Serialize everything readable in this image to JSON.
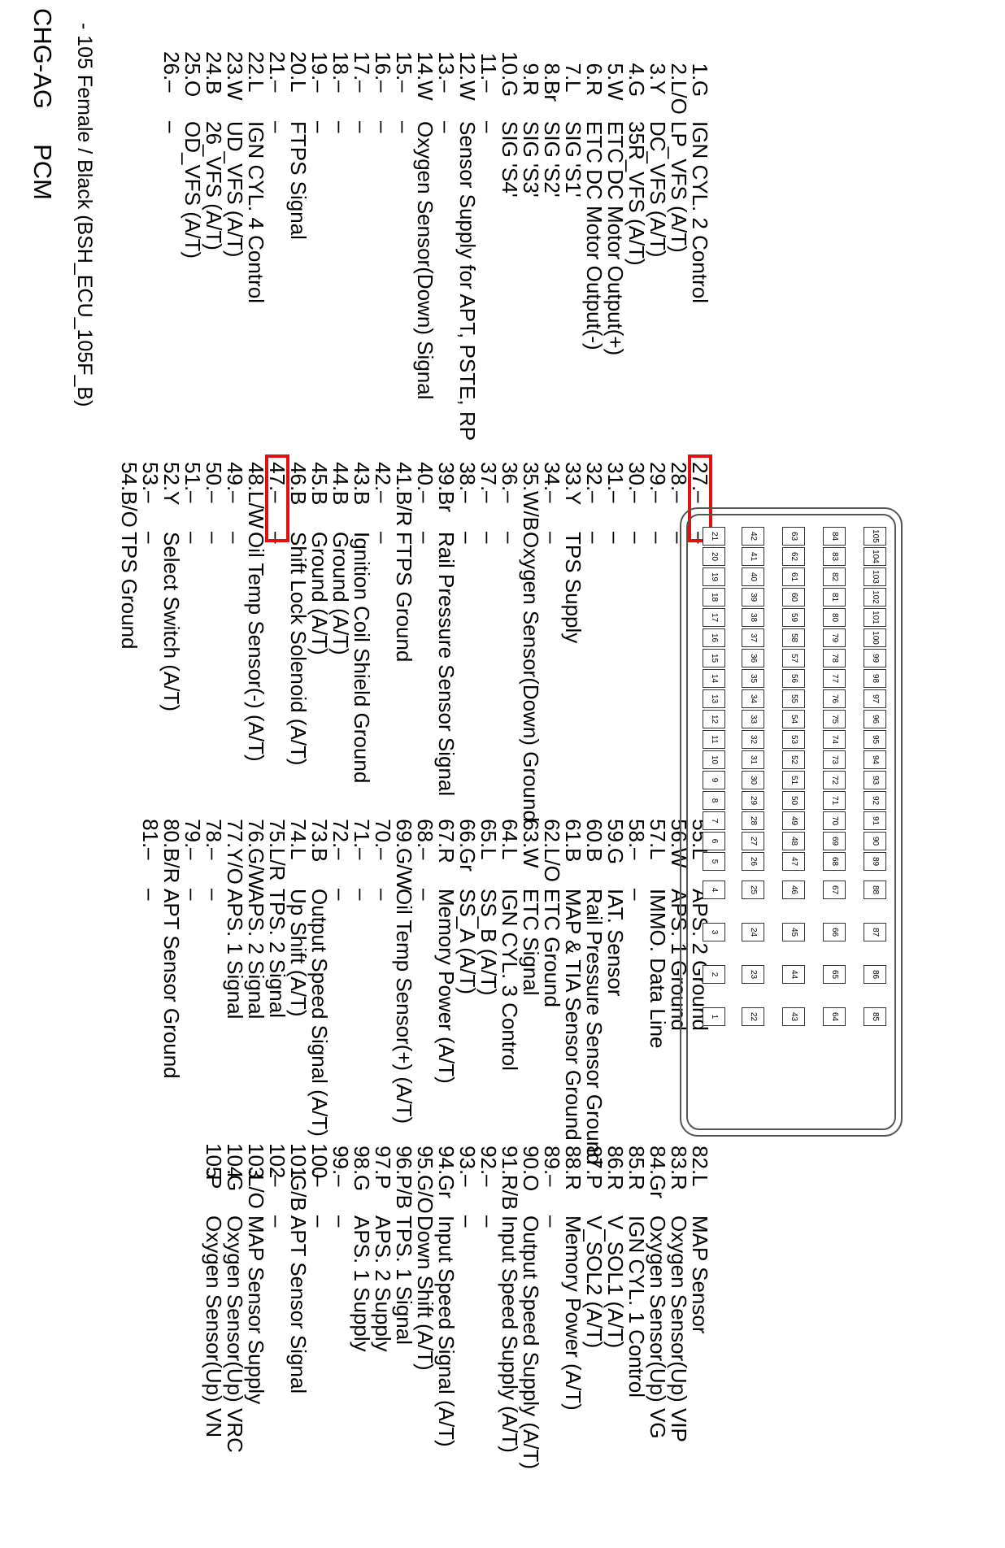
{
  "header": {
    "title": "CHG-AG     PCM",
    "subtitle": "- 105 Female / Black (BSH_ECU_105F_B)"
  },
  "pins": [
    {
      "pin": "1",
      "wire": "G",
      "name": "IGN CYL. 2 Control"
    },
    {
      "pin": "2",
      "wire": "L/O",
      "name": "LP_VFS (A/T)"
    },
    {
      "pin": "3",
      "wire": "Y",
      "name": "DC_VFS (A/T)"
    },
    {
      "pin": "4",
      "wire": "G",
      "name": "35R_VFS (A/T)"
    },
    {
      "pin": "5",
      "wire": "W",
      "name": "ETC DC Motor Output(+)"
    },
    {
      "pin": "6",
      "wire": "R",
      "name": "ETC DC Motor Output(-)"
    },
    {
      "pin": "7",
      "wire": "L",
      "name": "SIG 'S1'"
    },
    {
      "pin": "8",
      "wire": "Br",
      "name": "SIG 'S2'"
    },
    {
      "pin": "9",
      "wire": "R",
      "name": "SIG 'S3'"
    },
    {
      "pin": "10",
      "wire": "G",
      "name": "SIG 'S4'"
    },
    {
      "pin": "11",
      "wire": "–",
      "name": "–"
    },
    {
      "pin": "12",
      "wire": "W",
      "name": "Sensor Supply for APT, PSTE, RP"
    },
    {
      "pin": "13",
      "wire": "–",
      "name": "–"
    },
    {
      "pin": "14",
      "wire": "W",
      "name": "Oxygen Sensor(Down) Signal"
    },
    {
      "pin": "15",
      "wire": "–",
      "name": "–"
    },
    {
      "pin": "16",
      "wire": "–",
      "name": "–"
    },
    {
      "pin": "17",
      "wire": "–",
      "name": "–"
    },
    {
      "pin": "18",
      "wire": "–",
      "name": "–"
    },
    {
      "pin": "19",
      "wire": "–",
      "name": "–"
    },
    {
      "pin": "20",
      "wire": "L",
      "name": "FTPS Signal"
    },
    {
      "pin": "21",
      "wire": "–",
      "name": "–"
    },
    {
      "pin": "22",
      "wire": "L",
      "name": "IGN CYL. 4 Control"
    },
    {
      "pin": "23",
      "wire": "W",
      "name": "UD_VFS (A/T)"
    },
    {
      "pin": "24",
      "wire": "B",
      "name": "26_VFS (A/T)"
    },
    {
      "pin": "25",
      "wire": "O",
      "name": "OD_VFS (A/T)"
    },
    {
      "pin": "26",
      "wire": "–",
      "name": "–"
    },
    {
      "pin": "27",
      "wire": "–",
      "name": "–"
    },
    {
      "pin": "28",
      "wire": "–",
      "name": "–"
    },
    {
      "pin": "29",
      "wire": "–",
      "name": "–"
    },
    {
      "pin": "30",
      "wire": "–",
      "name": "–"
    },
    {
      "pin": "31",
      "wire": "–",
      "name": "–"
    },
    {
      "pin": "32",
      "wire": "–",
      "name": "–"
    },
    {
      "pin": "33",
      "wire": "Y",
      "name": "TPS Supply"
    },
    {
      "pin": "34",
      "wire": "–",
      "name": "–"
    },
    {
      "pin": "35",
      "wire": "W/B",
      "name": "Oxygen Sensor(Down) Ground"
    },
    {
      "pin": "36",
      "wire": "–",
      "name": "–"
    },
    {
      "pin": "37",
      "wire": "–",
      "name": "–"
    },
    {
      "pin": "38",
      "wire": "–",
      "name": "–"
    },
    {
      "pin": "39",
      "wire": "Br",
      "name": "Rail Pressure Sensor Signal"
    },
    {
      "pin": "40",
      "wire": "–",
      "name": "–"
    },
    {
      "pin": "41",
      "wire": "B/R",
      "name": "FTPS Ground"
    },
    {
      "pin": "42",
      "wire": "–",
      "name": "–"
    },
    {
      "pin": "43",
      "wire": "B",
      "name": "Ignition Coil Shield Ground"
    },
    {
      "pin": "44",
      "wire": "B",
      "name": "Ground (A/T)"
    },
    {
      "pin": "45",
      "wire": "B",
      "name": "Ground (A/T)"
    },
    {
      "pin": "46",
      "wire": "B",
      "name": "Shift Lock Solenoid (A/T)"
    },
    {
      "pin": "47",
      "wire": "–",
      "name": "–"
    },
    {
      "pin": "48",
      "wire": "L/W",
      "name": "Oil Temp Sensor(-) (A/T)"
    },
    {
      "pin": "49",
      "wire": "–",
      "name": "–"
    },
    {
      "pin": "50",
      "wire": "–",
      "name": "–"
    },
    {
      "pin": "51",
      "wire": "–",
      "name": "–"
    },
    {
      "pin": "52",
      "wire": "Y",
      "name": "Select Switch (A/T)"
    },
    {
      "pin": "53",
      "wire": "–",
      "name": "–"
    },
    {
      "pin": "54",
      "wire": "B/O",
      "name": "TPS Ground"
    },
    {
      "pin": "55",
      "wire": "L",
      "name": "APS. 2 Ground"
    },
    {
      "pin": "56",
      "wire": "W",
      "name": "APS. 1 Ground"
    },
    {
      "pin": "57",
      "wire": "L",
      "name": "IMMO. Data Line"
    },
    {
      "pin": "58",
      "wire": "–",
      "name": "–"
    },
    {
      "pin": "59",
      "wire": "G",
      "name": "IAT. Sensor"
    },
    {
      "pin": "60",
      "wire": "B",
      "name": "Rail Pressure Sensor Ground"
    },
    {
      "pin": "61",
      "wire": "B",
      "name": "MAP & TIA Sensor Ground"
    },
    {
      "pin": "62",
      "wire": "L/O",
      "name": "ETC Ground"
    },
    {
      "pin": "63",
      "wire": "W",
      "name": "ETC Signal"
    },
    {
      "pin": "64",
      "wire": "L",
      "name": "IGN CYL. 3 Control"
    },
    {
      "pin": "65",
      "wire": "L",
      "name": "SS_B (A/T)"
    },
    {
      "pin": "66",
      "wire": "Gr",
      "name": "SS_A (A/T)"
    },
    {
      "pin": "67",
      "wire": "R",
      "name": "Memory Power (A/T)"
    },
    {
      "pin": "68",
      "wire": "–",
      "name": "–"
    },
    {
      "pin": "69",
      "wire": "G/W",
      "name": "Oil Temp Sensor(+) (A/T)"
    },
    {
      "pin": "70",
      "wire": "–",
      "name": "–"
    },
    {
      "pin": "71",
      "wire": "–",
      "name": "–"
    },
    {
      "pin": "72",
      "wire": "–",
      "name": "–"
    },
    {
      "pin": "73",
      "wire": "B",
      "name": "Output Speed Signal (A/T)"
    },
    {
      "pin": "74",
      "wire": "L",
      "name": "Up Shift (A/T)"
    },
    {
      "pin": "75",
      "wire": "L/R",
      "name": "TPS. 2 Signal"
    },
    {
      "pin": "76",
      "wire": "G/W",
      "name": "APS. 2 Signal"
    },
    {
      "pin": "77",
      "wire": "Y/O",
      "name": "APS. 1 Signal"
    },
    {
      "pin": "78",
      "wire": "–",
      "name": "–"
    },
    {
      "pin": "79",
      "wire": "–",
      "name": "–"
    },
    {
      "pin": "80",
      "wire": "B/R",
      "name": "APT Sensor Ground"
    },
    {
      "pin": "81",
      "wire": "–",
      "name": "–"
    },
    {
      "pin": "82",
      "wire": "L",
      "name": "MAP Sensor"
    },
    {
      "pin": "83",
      "wire": "R",
      "name": "Oxygen Sensor(Up) VIP"
    },
    {
      "pin": "84",
      "wire": "Gr",
      "name": "Oxygen Sensor(Up) VG"
    },
    {
      "pin": "85",
      "wire": "R",
      "name": "IGN CYL. 1 Control"
    },
    {
      "pin": "86",
      "wire": "R",
      "name": "V_SOL1 (A/T)"
    },
    {
      "pin": "87",
      "wire": "P",
      "name": "V_SOL2 (A/T)"
    },
    {
      "pin": "88",
      "wire": "R",
      "name": "Memory Power (A/T)"
    },
    {
      "pin": "89",
      "wire": "–",
      "name": "–"
    },
    {
      "pin": "90",
      "wire": "O",
      "name": "Output Speed Supply (A/T)"
    },
    {
      "pin": "91",
      "wire": "R/B",
      "name": "Input Speed Supply (A/T)"
    },
    {
      "pin": "92",
      "wire": "–",
      "name": "–"
    },
    {
      "pin": "93",
      "wire": "–",
      "name": "–"
    },
    {
      "pin": "94",
      "wire": "Gr",
      "name": "Input Speed Signal (A/T)"
    },
    {
      "pin": "95",
      "wire": "G/O",
      "name": "Down Shift (A/T)"
    },
    {
      "pin": "96",
      "wire": "P/B",
      "name": "TPS. 1 Signal"
    },
    {
      "pin": "97",
      "wire": "P",
      "name": "APS. 2 Supply"
    },
    {
      "pin": "98",
      "wire": "G",
      "name": "APS. 1 Supply"
    },
    {
      "pin": "99",
      "wire": "–",
      "name": "–"
    },
    {
      "pin": "100",
      "wire": "–",
      "name": "–"
    },
    {
      "pin": "101",
      "wire": "G/B",
      "name": "APT Sensor Signal"
    },
    {
      "pin": "102",
      "wire": "–",
      "name": "–"
    },
    {
      "pin": "103",
      "wire": "L/O",
      "name": "MAP Sensor Supply"
    },
    {
      "pin": "104",
      "wire": "G",
      "name": "Oxygen Sensor(Up) VRC"
    },
    {
      "pin": "105",
      "wire": "P",
      "name": "Oxygen Sensor(Up) VN"
    }
  ],
  "connector": {
    "rows": [
      [
        "105",
        "104",
        "103",
        "102",
        "101",
        "100",
        "99",
        "98",
        "97",
        "96",
        "95",
        "94",
        "93",
        "92",
        "91",
        "90",
        "89",
        "88",
        "87",
        "86",
        "85"
      ],
      [
        "84",
        "83",
        "82",
        "81",
        "80",
        "79",
        "78",
        "77",
        "76",
        "75",
        "74",
        "73",
        "72",
        "71",
        "70",
        "69",
        "68",
        "67",
        "66",
        "65",
        "64"
      ],
      [
        "63",
        "62",
        "61",
        "60",
        "59",
        "58",
        "57",
        "56",
        "55",
        "54",
        "53",
        "52",
        "51",
        "50",
        "49",
        "48",
        "47",
        "46",
        "45",
        "44",
        "43"
      ],
      [
        "42",
        "41",
        "40",
        "39",
        "38",
        "37",
        "36",
        "35",
        "34",
        "33",
        "32",
        "31",
        "30",
        "29",
        "28",
        "27",
        "26",
        "25",
        "24",
        "23",
        "22"
      ],
      [
        "21",
        "20",
        "19",
        "18",
        "17",
        "16",
        "15",
        "14",
        "13",
        "12",
        "11",
        "10",
        "9",
        "8",
        "7",
        "6",
        "5",
        "4",
        "3",
        "2",
        "1"
      ]
    ]
  },
  "highlighted_pins": [
    "27",
    "47"
  ],
  "colors": {
    "highlight": "#e01010"
  }
}
